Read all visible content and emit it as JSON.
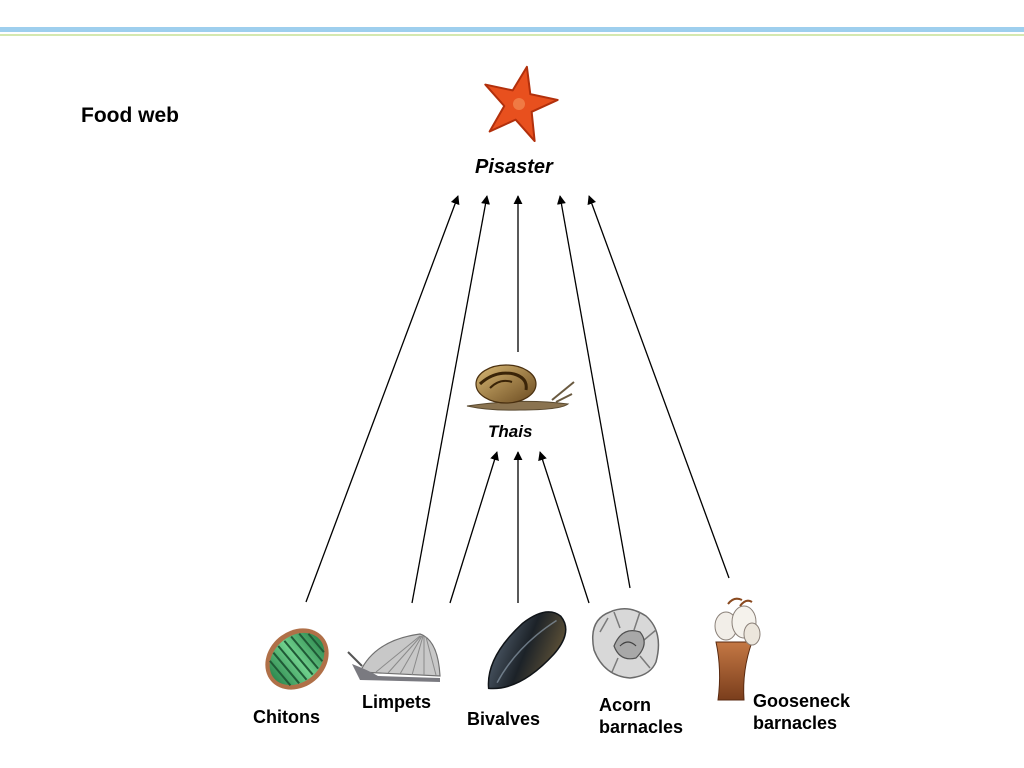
{
  "title": "Food web",
  "nodes": {
    "pisaster": "Pisaster",
    "thais": "Thais",
    "chitons": "Chitons",
    "limpets": "Limpets",
    "bivalves": "Bivalves",
    "acorn_barnacles": "Acorn\nbarnacles",
    "gooseneck_barnacles": "Gooseneck\nbarnacles"
  },
  "colors": {
    "band_blue": "#9ecfee",
    "band_green": "#d4e8b0",
    "arrow": "#000000",
    "sea_star": "#e8501e",
    "chiton": "#3c9a5c",
    "shell_gray": "#b8b8b8",
    "mussel": "#2b3138",
    "snail": "#9a7030",
    "gooseneck": "#a05a2c"
  },
  "icons": [
    "sea-star-icon",
    "snail-icon",
    "chiton-icon",
    "limpet-icon",
    "mussel-icon",
    "acorn-barnacle-icon",
    "gooseneck-barnacle-icon"
  ]
}
